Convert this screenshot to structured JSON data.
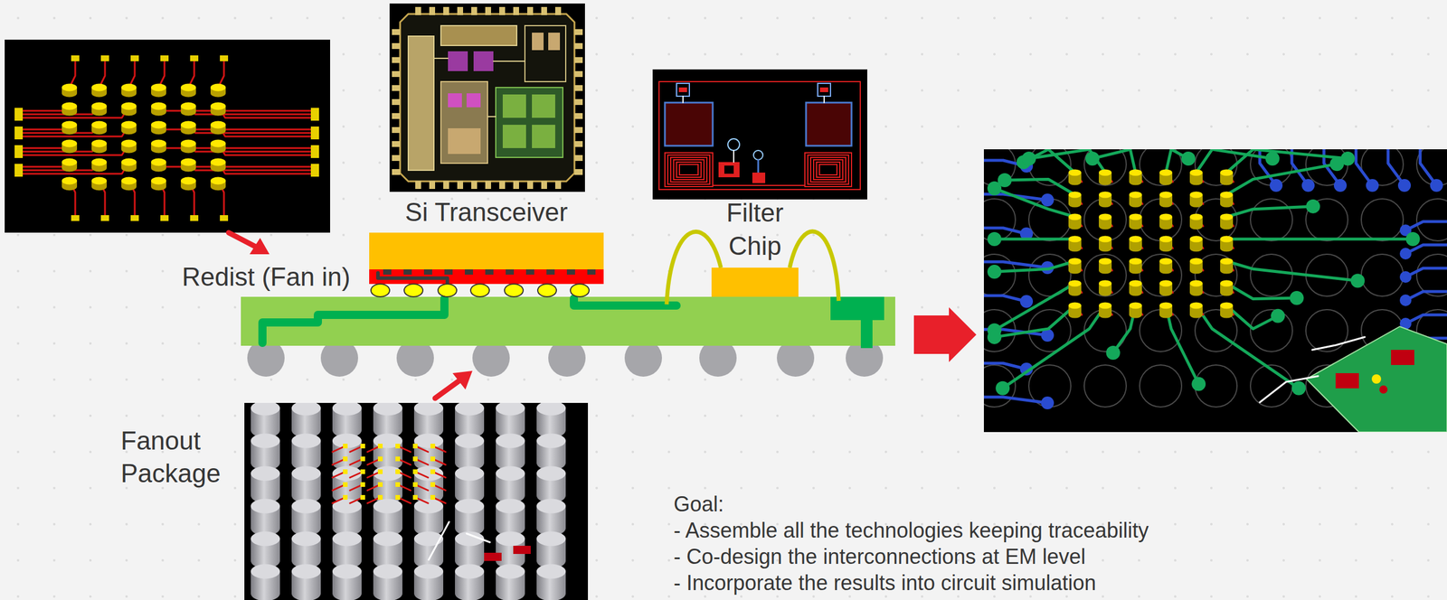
{
  "diagram": {
    "nodes": [
      {
        "text": [
          "Si Transceiver"
        ]
      },
      {
        "text": [
          "Filter Chip"
        ]
      }
    ],
    "labels": [
      "Redist (Fan in)",
      "Fanout Package",
      "Goal:",
      "- Assemble all the technologies keeping traceability",
      "- Co-design the interconnections at EM level",
      "- Incorporate the results into circuit simulation"
    ]
  }
}
